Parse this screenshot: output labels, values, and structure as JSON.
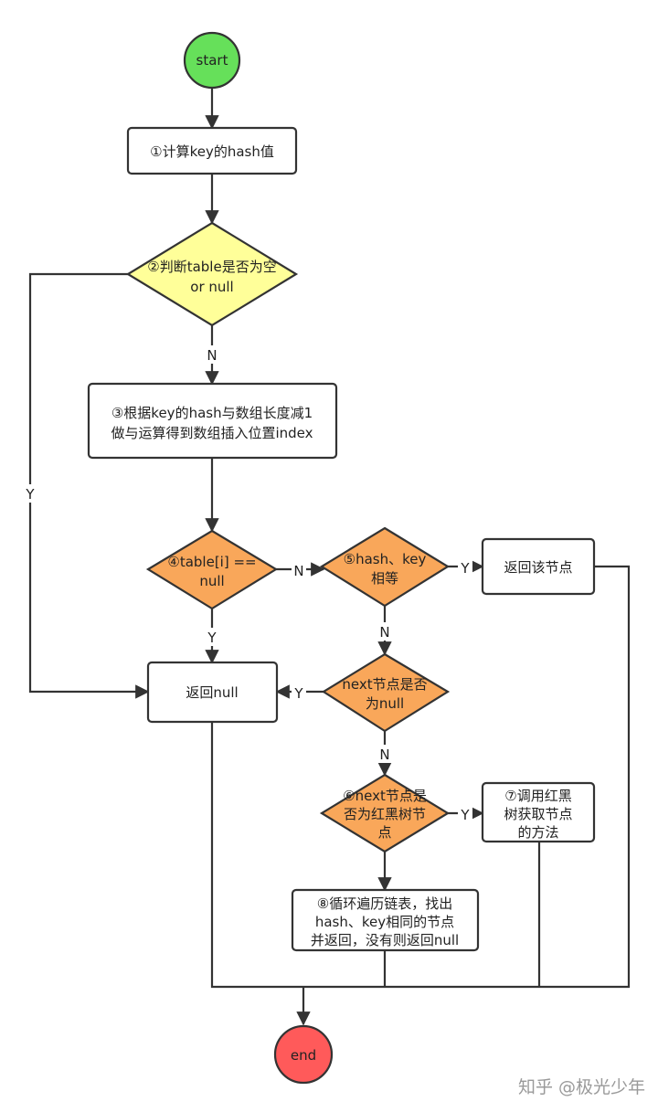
{
  "flowchart": {
    "nodes": {
      "start": {
        "lines": [
          "start"
        ],
        "shape": "circle",
        "color": "#66e05a"
      },
      "n1": {
        "lines": [
          "①计算key的hash值"
        ],
        "shape": "rect"
      },
      "n2": {
        "lines": [
          "②判断table是否为空",
          "or null"
        ],
        "shape": "diamond",
        "color": "#ffff99"
      },
      "n3": {
        "lines": [
          "③根据key的hash与数组长度减1",
          "做与运算得到数组插入位置index"
        ],
        "shape": "rect"
      },
      "n4": {
        "lines": [
          "④table[i] ==",
          "null"
        ],
        "shape": "diamond",
        "color": "#f9a75a"
      },
      "n5": {
        "lines": [
          "⑤hash、key",
          "相等"
        ],
        "shape": "diamond",
        "color": "#f9a75a"
      },
      "ret_node": {
        "lines": [
          "返回该节点"
        ],
        "shape": "rect"
      },
      "ret_null": {
        "lines": [
          "返回null"
        ],
        "shape": "rect"
      },
      "n_next": {
        "lines": [
          "next节点是否",
          "为null"
        ],
        "shape": "diamond",
        "color": "#f9a75a"
      },
      "n6": {
        "lines": [
          "⑥next节点是",
          "否为红黑树节",
          "点"
        ],
        "shape": "diamond",
        "color": "#f9a75a"
      },
      "n7": {
        "lines": [
          "⑦调用红黑",
          "树获取节点",
          "的方法"
        ],
        "shape": "rect"
      },
      "n8": {
        "lines": [
          "⑧循环遍历链表，找出",
          "hash、key相同的节点",
          "并返回，没有则返回null"
        ],
        "shape": "rect"
      },
      "end": {
        "lines": [
          "end"
        ],
        "shape": "circle",
        "color": "#ff5a5a"
      }
    },
    "edge_labels": {
      "n2_no": "N",
      "n2_yes": "Y",
      "n4_no": "N",
      "n4_yes": "Y",
      "n5_yes": "Y",
      "n5_no": "N",
      "next_yes": "Y",
      "next_no": "N",
      "n6_yes": "Y"
    }
  },
  "watermark": "知乎 @极光少年",
  "colors": {
    "stroke": "#333333"
  }
}
